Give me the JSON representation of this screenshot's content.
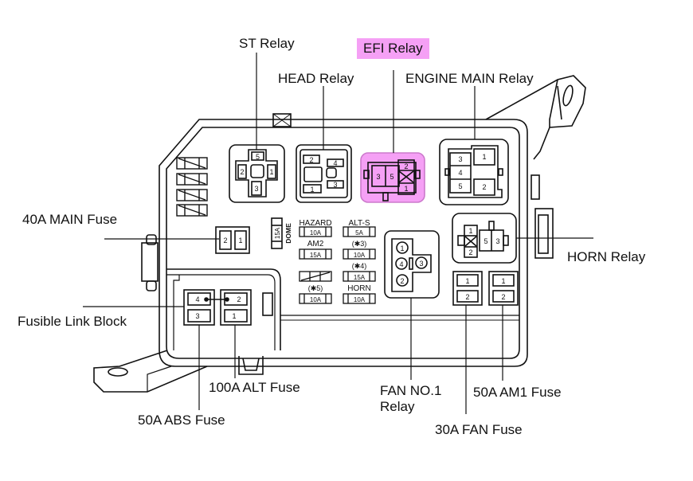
{
  "diagram": {
    "title": "Fuse/Relay Block Location",
    "highlight_color": "#f5a0f5",
    "highlighted_item": "EFI Relay"
  },
  "labels": {
    "st_relay": "ST Relay",
    "efi_relay": "EFI Relay",
    "head_relay": "HEAD Relay",
    "engine_main_relay": "ENGINE MAIN Relay",
    "main_fuse_40a": "40A MAIN Fuse",
    "horn_relay": "HORN Relay",
    "fusible_link_block": "Fusible Link Block",
    "alt_fuse_100a": "100A ALT Fuse",
    "abs_fuse_50a": "50A ABS Fuse",
    "fan_no1_relay_line1": "FAN NO.1",
    "fan_no1_relay_line2": "Relay",
    "am1_fuse_50a": "50A AM1 Fuse",
    "fan_fuse_30a": "30A FAN Fuse"
  },
  "relays": {
    "st": {
      "pins": [
        "5",
        "2",
        "1",
        "3"
      ]
    },
    "head": {
      "pins": [
        "2",
        "4",
        "1",
        "3"
      ]
    },
    "efi": {
      "pins": [
        "3",
        "5",
        "2",
        "1"
      ]
    },
    "engine_main": {
      "pins": [
        "3",
        "4",
        "5",
        "1",
        "2"
      ]
    },
    "horn": {
      "pins": [
        "1",
        "2",
        "5",
        "3"
      ]
    },
    "fan_no1": {
      "pins": [
        "1",
        "4",
        "3",
        "2"
      ]
    }
  },
  "fuses": {
    "dome": {
      "name": "DOME",
      "rating": "15A"
    },
    "hazard": {
      "name": "HAZARD",
      "rating": "10A"
    },
    "alt_s": {
      "name": "ALT-S",
      "rating": "5A"
    },
    "am2": {
      "name": "AM2",
      "rating": "15A"
    },
    "star3": {
      "name": "(✱3)",
      "rating": "10A"
    },
    "star4": {
      "name": "(✱4)",
      "rating": "15A"
    },
    "star5": {
      "name": "(✱5)",
      "rating": "10A"
    },
    "horn": {
      "name": "HORN",
      "rating": "10A"
    },
    "main_40a": {
      "pins": [
        "2",
        "1"
      ]
    },
    "fan_30a": {
      "pins": [
        "1",
        "2"
      ]
    },
    "am1_50a": {
      "pins": [
        "1",
        "2"
      ]
    },
    "abs_50a": {
      "pins": [
        "4",
        "3"
      ]
    },
    "alt_100a": {
      "pins": [
        "2",
        "1"
      ]
    }
  }
}
